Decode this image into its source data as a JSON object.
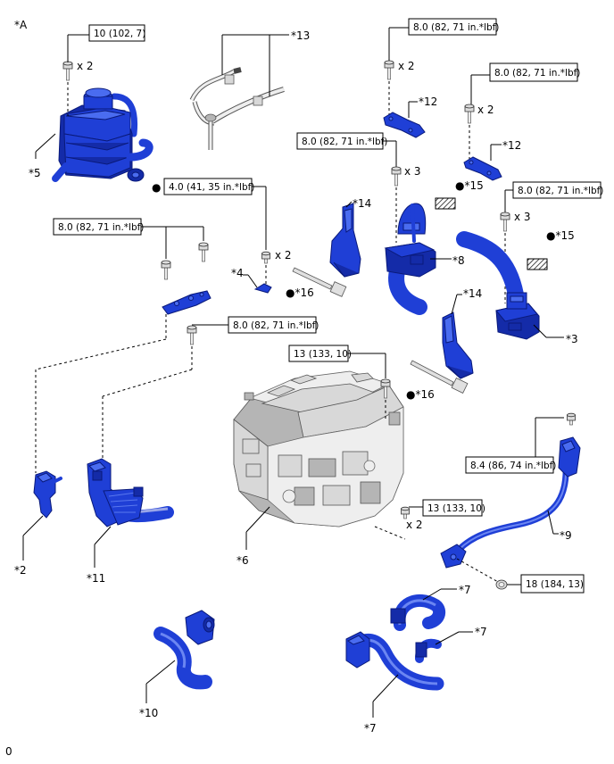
{
  "diagram": {
    "corner_label": "*A",
    "footer_code": "0",
    "callouts": {
      "c2": "*2",
      "c3": "*3",
      "c4": "*4",
      "c5": "*5",
      "c6": "*6",
      "c7a": "*7",
      "c7b": "*7",
      "c7c": "*7",
      "c8": "*8",
      "c9": "*9",
      "c10": "*10",
      "c11": "*11",
      "c12a": "*12",
      "c12b": "*12",
      "c13": "*13",
      "c14a": "*14",
      "c14b": "*14",
      "c15a": "●*15",
      "c15b": "●*15",
      "c16a": "●*16",
      "c16b": "●*16"
    },
    "torques": {
      "t1": "10 (102, 7)",
      "t2": "8.0 (82, 71 in.*lbf)",
      "t3": "8.0 (82, 71 in.*lbf)",
      "t4": "8.0 (82, 71 in.*lbf)",
      "t5": "8.0 (82, 71 in.*lbf)",
      "t6": "4.0 (41, 35 in.*lbf)",
      "t7": "8.0 (82, 71 in.*lbf)",
      "t8": "8.0 (82, 71 in.*lbf)",
      "t9": "13 (133, 10)",
      "t10": "13 (133, 10)",
      "t11": "8.4 (86, 74 in.*lbf)",
      "t12": "18 (184, 13)"
    },
    "quantities": {
      "q1": "x 2",
      "q2": "x 2",
      "q3": "x 2",
      "q4": "x 3",
      "q5": "x 3",
      "q6": "x 2",
      "q7": "x 2"
    },
    "bullets": {
      "b6": "●"
    },
    "colors": {
      "part_blue": "#1f3fd6",
      "part_blue_dark": "#142ba8",
      "inverter_gray": "#d8d8d8"
    }
  }
}
